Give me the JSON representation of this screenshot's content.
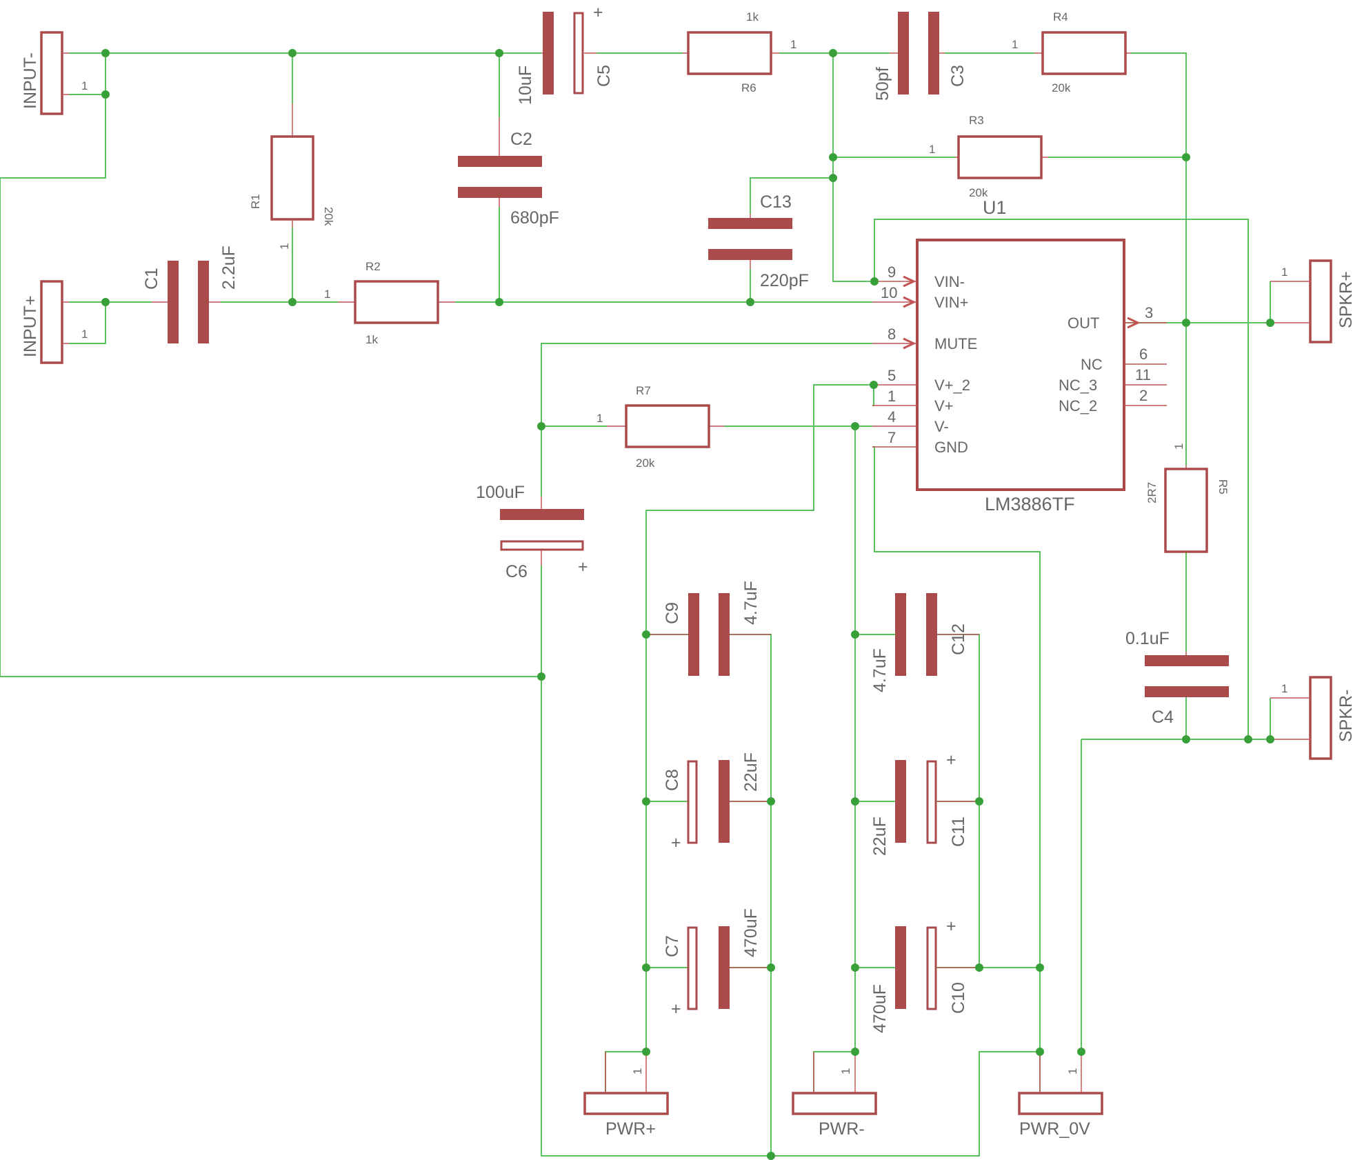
{
  "ports": {
    "input_minus": "INPUT-",
    "input_plus": "INPUT+",
    "spkr_plus": "SPKR+",
    "spkr_minus": "SPKR-",
    "pwr_plus": "PWR+",
    "pwr_minus": "PWR-",
    "pwr_0v": "PWR_0V",
    "pin_number": "1"
  },
  "ic": {
    "ref": "U1",
    "part": "LM3886TF",
    "left_pins": [
      {
        "num": "9",
        "name": "VIN-"
      },
      {
        "num": "10",
        "name": "VIN+"
      },
      {
        "num": "8",
        "name": "MUTE"
      },
      {
        "num": "5",
        "name": "V+_2"
      },
      {
        "num": "1",
        "name": "V+"
      },
      {
        "num": "4",
        "name": "V-"
      },
      {
        "num": "7",
        "name": "GND"
      }
    ],
    "right_pins": [
      {
        "num": "3",
        "name": "OUT"
      },
      {
        "num": "6",
        "name": "NC"
      },
      {
        "num": "11",
        "name": "NC_3"
      },
      {
        "num": "2",
        "name": "NC_2"
      }
    ]
  },
  "resistors": {
    "R1": {
      "ref": "R1",
      "value": "20k"
    },
    "R2": {
      "ref": "R2",
      "value": "1k"
    },
    "R3": {
      "ref": "R3",
      "value": "20k"
    },
    "R4": {
      "ref": "R4",
      "value": "20k"
    },
    "R5": {
      "ref": "R5",
      "value": "2R7"
    },
    "R6": {
      "ref": "R6",
      "value": "1k"
    },
    "R7": {
      "ref": "R7",
      "value": "20k"
    }
  },
  "capacitors": {
    "C1": {
      "ref": "C1",
      "value": "2.2uF"
    },
    "C2": {
      "ref": "C2",
      "value": "680pF"
    },
    "C3": {
      "ref": "C3",
      "value": "50pf"
    },
    "C4": {
      "ref": "C4",
      "value": "0.1uF"
    },
    "C5": {
      "ref": "C5",
      "value": "10uF"
    },
    "C6": {
      "ref": "C6",
      "value": "100uF"
    },
    "C7": {
      "ref": "C7",
      "value": "470uF"
    },
    "C8": {
      "ref": "C8",
      "value": "22uF"
    },
    "C9": {
      "ref": "C9",
      "value": "4.7uF"
    },
    "C10": {
      "ref": "C10",
      "value": "470uF"
    },
    "C11": {
      "ref": "C11",
      "value": "22uF"
    },
    "C12": {
      "ref": "C12",
      "value": "4.7uF"
    },
    "C13": {
      "ref": "C13",
      "value": "220pF"
    }
  },
  "polarity_mark": "+",
  "colors": {
    "wire": "#5cc05c",
    "component": "#aa4a4a",
    "junction": "#38a038",
    "text": "#666666"
  }
}
